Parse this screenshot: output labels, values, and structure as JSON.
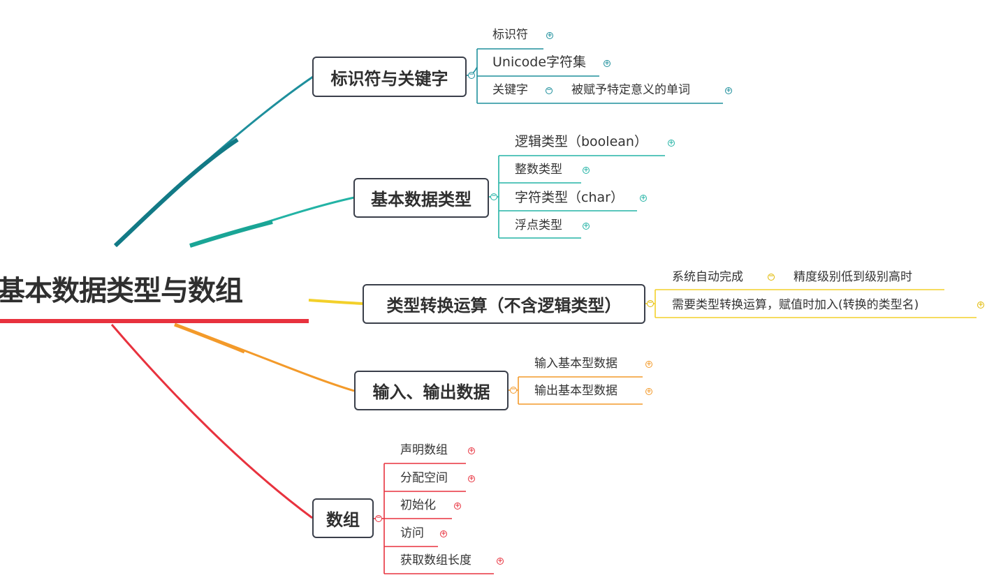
{
  "root": "基本数据类型与数组",
  "colors": {
    "teal_dark": "#1e8f9c",
    "teal": "#23b3a5",
    "yellow": "#f3d02a",
    "orange": "#f39a2a",
    "red": "#e8323e",
    "box_border": "#3a3f4a"
  },
  "branches": [
    {
      "label": "标识符与关键字",
      "children": [
        "标识符",
        "Unicode字符集",
        "关键字"
      ],
      "extra": "被赋予特定意义的单词"
    },
    {
      "label": "基本数据类型",
      "children": [
        "逻辑类型（boolean）",
        "整数类型",
        "字符类型（char）",
        "浮点类型"
      ]
    },
    {
      "label": "类型转换运算（不含逻辑类型）",
      "children": [
        "系统自动完成",
        "需要类型转换运算，赋值时加入(转换的类型名)"
      ],
      "extra": "精度级别低到级别高时"
    },
    {
      "label": "输入、输出数据",
      "children": [
        "输入基本型数据",
        "输出基本型数据"
      ]
    },
    {
      "label": "数组",
      "children": [
        "声明数组",
        "分配空间",
        "初始化",
        "访问",
        "获取数组长度"
      ]
    }
  ]
}
